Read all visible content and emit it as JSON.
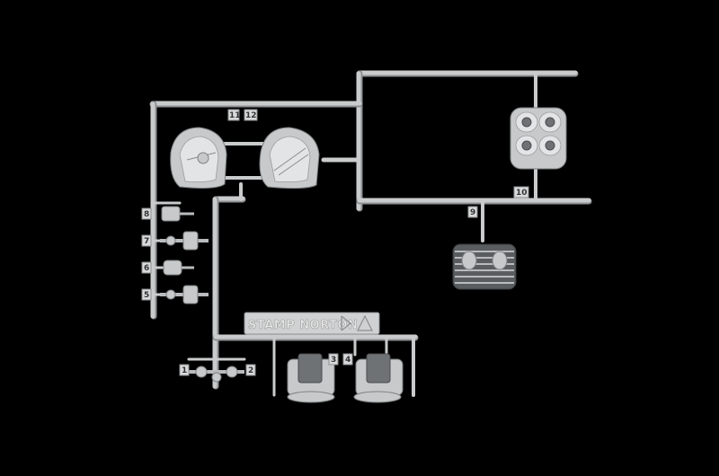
{
  "stamp": {
    "text": "STAMP NORTON"
  },
  "part_numbers": {
    "n1": "1",
    "n2": "2",
    "n3": "3",
    "n4": "4",
    "n5": "5",
    "n6": "6",
    "n7": "7",
    "n8": "8",
    "n9": "9",
    "n10": "10",
    "n11": "11",
    "n12": "12"
  },
  "colors": {
    "background": "#000000",
    "plastic": "#c7c9ca",
    "plastic_shadow": "#7e8183"
  }
}
